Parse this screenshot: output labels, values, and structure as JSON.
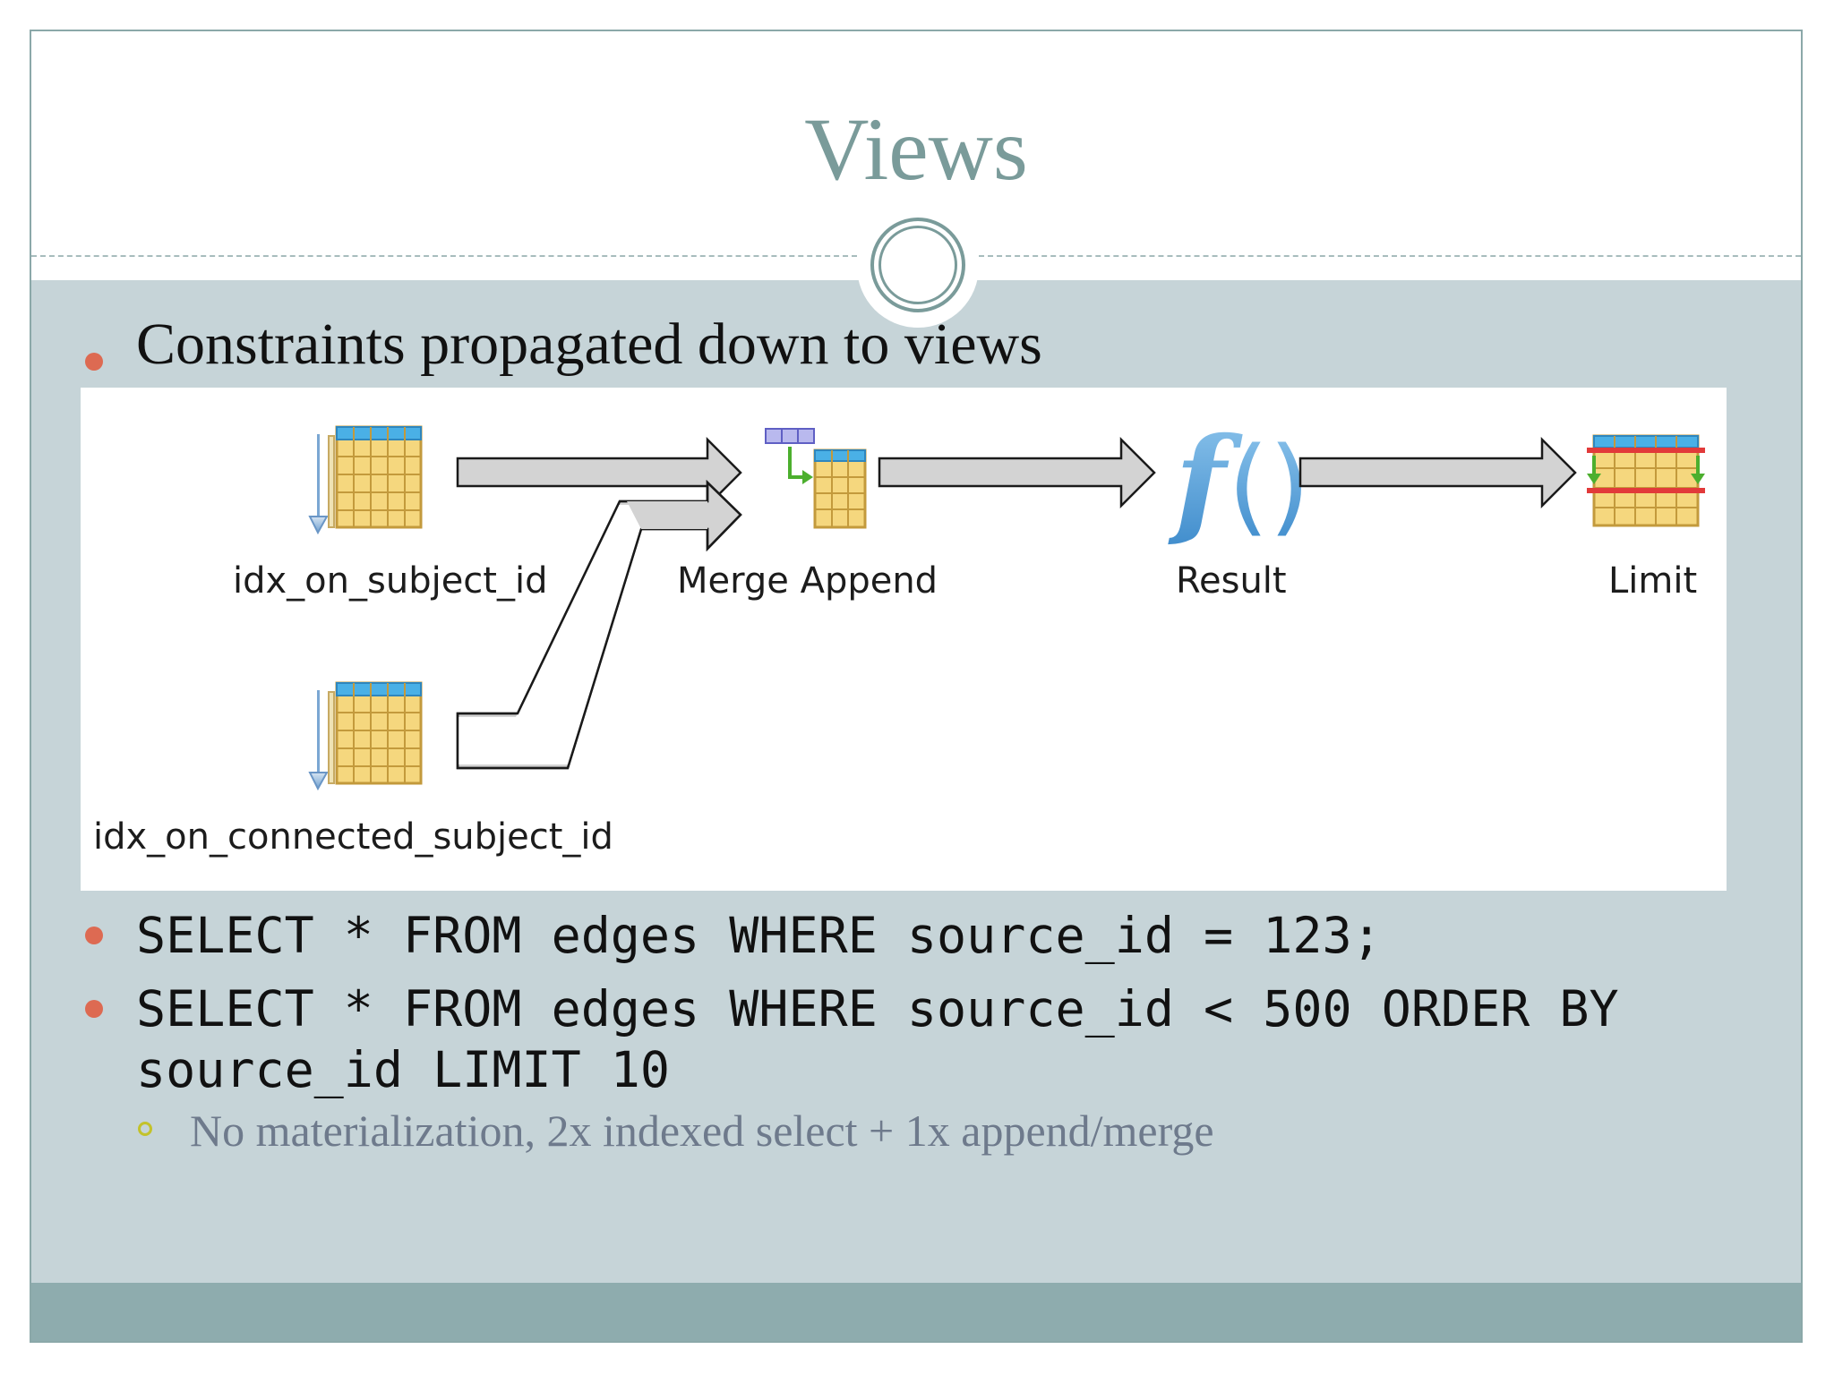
{
  "slide": {
    "title": "Views",
    "colors": {
      "title": "#7a9b9a",
      "panel": "#c6d4d8",
      "footer": "#8eacae",
      "bullet": "#dd6a52",
      "sub_bullet": "#c3c22b"
    }
  },
  "bullets": [
    {
      "text": "Constraints propagated down to views"
    },
    {
      "text": "SELECT * FROM edges WHERE source_id = 123;"
    },
    {
      "line1": "SELECT * FROM edges WHERE source_id < 500 ORDER BY",
      "line2": "source_id LIMIT 10"
    }
  ],
  "sub_bullet": {
    "text": "No materialization, 2x indexed select + 1x append/merge"
  },
  "diagram": {
    "nodes": [
      {
        "id": "idx_subject",
        "label": "idx_on_subject_id",
        "icon": "index-scan-icon"
      },
      {
        "id": "idx_connected",
        "label": "idx_on_connected_subject_id",
        "icon": "index-scan-icon"
      },
      {
        "id": "merge",
        "label": "Merge Append",
        "icon": "merge-append-icon"
      },
      {
        "id": "result",
        "label": "Result",
        "icon": "function-result-icon"
      },
      {
        "id": "limit",
        "label": "Limit",
        "icon": "limit-icon"
      }
    ],
    "edges": [
      {
        "from": "idx_subject",
        "to": "merge"
      },
      {
        "from": "idx_connected",
        "to": "merge"
      },
      {
        "from": "merge",
        "to": "result"
      },
      {
        "from": "result",
        "to": "limit"
      }
    ]
  }
}
